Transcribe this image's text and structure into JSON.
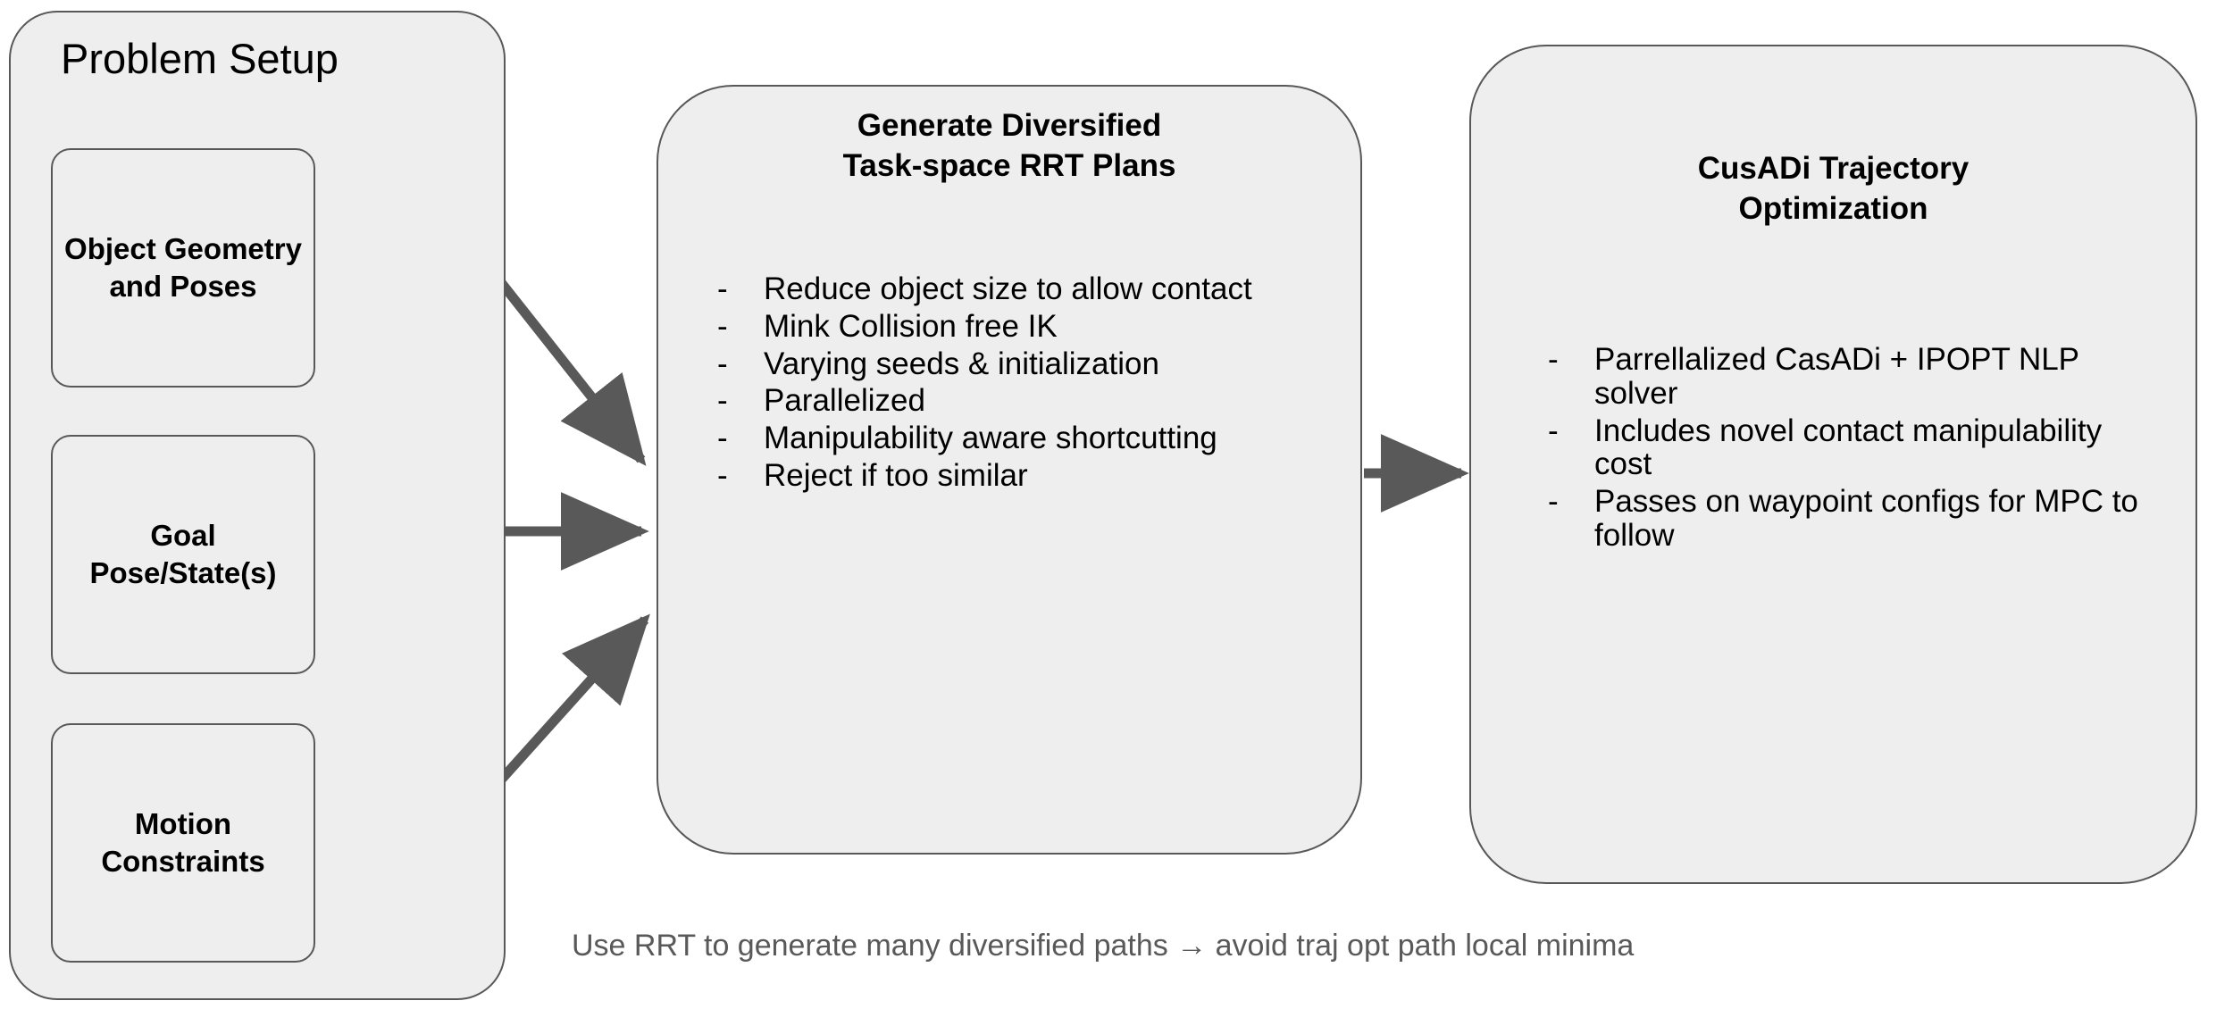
{
  "diagram": {
    "caption": "Use RRT to generate many diversified paths → avoid traj opt path local minima",
    "colors": {
      "panel_fill": "#eeeeee",
      "panel_stroke": "#585858",
      "arrow": "#595959",
      "text": "#000000",
      "caption_text": "#595959",
      "background": "#ffffff"
    }
  },
  "problem_setup": {
    "title": "Problem Setup",
    "boxes": [
      {
        "label": "Object Geometry\nand Poses"
      },
      {
        "label": "Goal\nPose/State(s)"
      },
      {
        "label": "Motion\nConstraints"
      }
    ]
  },
  "rrt_stage": {
    "heading": "Generate Diversified\nTask-space RRT Plans",
    "bullet_marker": "-",
    "bullets": [
      "Reduce object size to allow contact",
      "Mink Collision free IK",
      "Varying seeds & initialization",
      "Parallelized",
      "Manipulability aware shortcutting",
      "Reject if too similar"
    ]
  },
  "cusadi_stage": {
    "heading": "CusADi Trajectory\nOptimization",
    "bullet_marker": "-",
    "bullets": [
      "Parrellalized CasADi + IPOPT NLP solver",
      "Includes novel contact manipulability cost",
      "Passes on waypoint configs for MPC to follow"
    ]
  },
  "arrows": [
    {
      "name": "object-geometry-to-rrt",
      "from": "Object Geometry and Poses",
      "to": "Generate Diversified Task-space RRT Plans"
    },
    {
      "name": "goal-pose-to-rrt",
      "from": "Goal Pose/State(s)",
      "to": "Generate Diversified Task-space RRT Plans"
    },
    {
      "name": "motion-constraints-to-rrt",
      "from": "Motion Constraints",
      "to": "Generate Diversified Task-space RRT Plans"
    },
    {
      "name": "rrt-to-cusadi",
      "from": "Generate Diversified Task-space RRT Plans",
      "to": "CusADi Trajectory Optimization"
    }
  ]
}
